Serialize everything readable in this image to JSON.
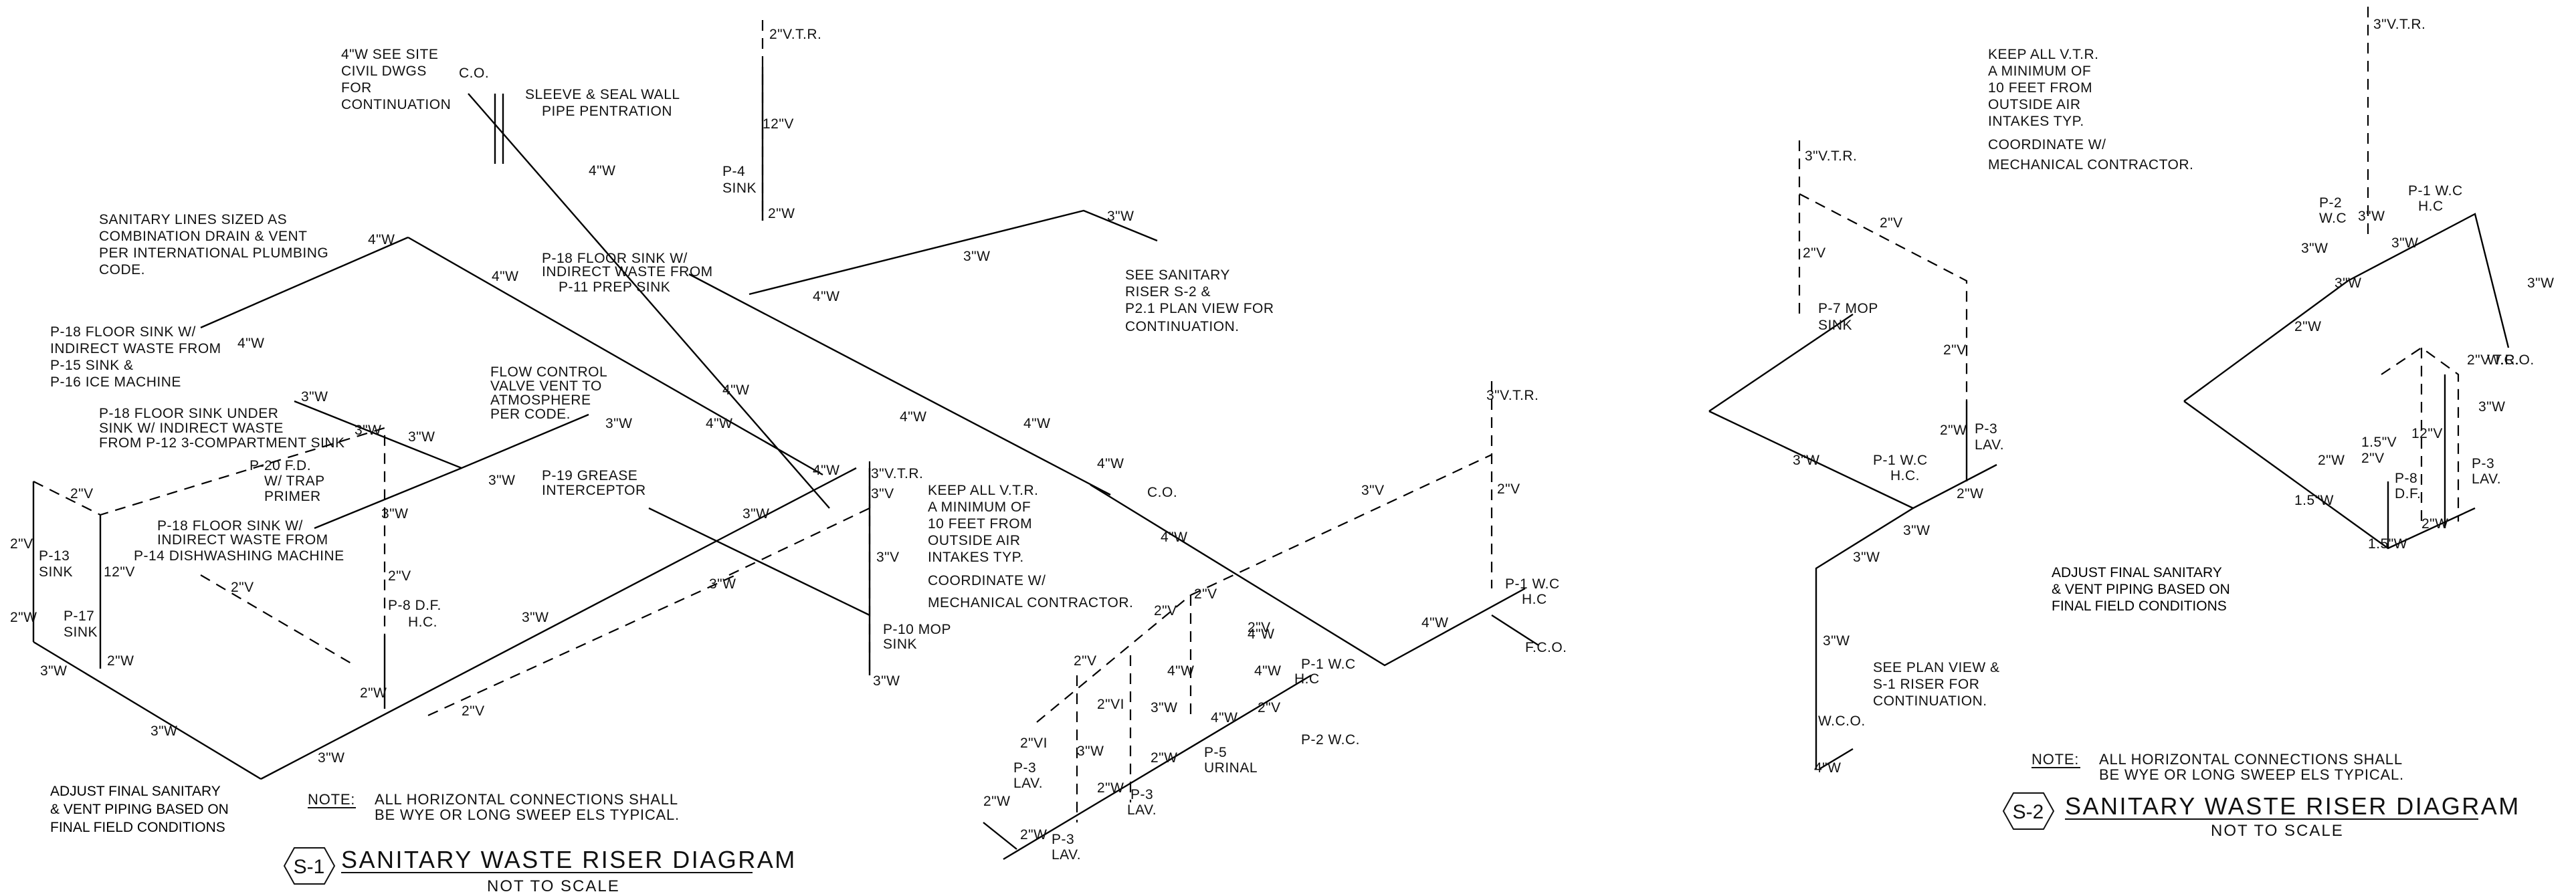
{
  "diagram_s1": {
    "tag": "S-1",
    "title": "SANITARY WASTE RISER DIAGRAM",
    "subtitle": "NOT TO SCALE",
    "note_label": "NOTE:",
    "note_line1": "ALL HORIZONTAL CONNECTIONS SHALL",
    "note_line2": "BE WYE OR LONG SWEEP ELS TYPICAL.",
    "adjust_note": [
      "ADJUST FINAL SANITARY",
      "& VENT PIPING BASED ON",
      "FINAL FIELD CONDITIONS"
    ],
    "site_note": [
      "4\"W SEE SITE",
      "CIVIL DWGS",
      "FOR",
      "CONTINUATION"
    ],
    "sleeve_note": [
      "SLEEVE & SEAL WALL",
      "PIPE PENTRATION"
    ],
    "sizing_note": [
      "SANITARY LINES SIZED AS",
      "COMBINATION DRAIN & VENT",
      "PER INTERNATIONAL PLUMBING",
      "CODE."
    ],
    "see_riser_note": [
      "SEE SANITARY",
      "RISER S-2 &",
      "P2.1 PLAN VIEW FOR",
      "CONTINUATION."
    ],
    "vtr_note": [
      "KEEP ALL V.T.R.",
      "A MINIMUM OF",
      "10 FEET FROM",
      "OUTSIDE AIR",
      "INTAKES TYP.",
      "COORDINATE W/",
      "MECHANICAL CONTRACTOR."
    ],
    "flow_note": [
      "FLOW CONTROL",
      "VALVE VENT TO",
      "ATMOSPHERE",
      "PER CODE."
    ],
    "fixtures": {
      "p18_a": [
        "P-18 FLOOR SINK W/",
        "INDIRECT WASTE FROM",
        "P-15 SINK &",
        "P-16 ICE MACHINE"
      ],
      "p18_b": [
        "P-18 FLOOR SINK W/",
        "INDIRECT WASTE FROM",
        "P-11 PREP SINK"
      ],
      "p18_c": [
        "P-18 FLOOR SINK UNDER",
        "SINK W/ INDIRECT WASTE",
        "FROM P-12 3-COMPARTMENT SINK"
      ],
      "p20": [
        "P-20 F.D.",
        "W/ TRAP",
        "PRIMER"
      ],
      "p18_d": [
        "P-18 FLOOR SINK W/",
        "INDIRECT WASTE FROM",
        "P-14 DISHWASHING MACHINE"
      ],
      "p19": [
        "P-19 GREASE",
        "INTERCEPTOR"
      ],
      "p4": [
        "P-4",
        "SINK"
      ],
      "p13": [
        "P-13",
        "SINK"
      ],
      "p17": [
        "P-17",
        "SINK"
      ],
      "p8": [
        "P-8 D.F.",
        "H.C."
      ],
      "p10": [
        "P-10 MOP",
        "SINK"
      ],
      "p1a": [
        "P-1 W.C",
        "H.C"
      ],
      "p1b": [
        "P-1 W.C",
        "H.C"
      ],
      "p2": "P-2 W.C.",
      "p5": [
        "P-5",
        "URINAL"
      ],
      "p3a": [
        "P-3",
        "LAV."
      ],
      "p3b": [
        "P-3",
        "LAV."
      ],
      "p3c": [
        "P-3",
        "LAV."
      ]
    },
    "sizes": {
      "w4": "4\"W",
      "w3": "3\"W",
      "w2": "2\"W",
      "v2": "2\"V",
      "v3": "3\"V",
      "v2vi": "2\"VI",
      "vtr2": "2\"V.T.R.",
      "vtr3": "3\"V.T.R.",
      "v12": "12\"V",
      "co": "C.O.",
      "fco": "F.C.O."
    }
  },
  "diagram_s2": {
    "tag": "S-2",
    "title": "SANITARY WASTE RISER DIAGRAM",
    "subtitle": "NOT TO SCALE",
    "note_label": "NOTE:",
    "note_line1": "ALL HORIZONTAL CONNECTIONS SHALL",
    "note_line2": "BE WYE OR LONG SWEEP ELS TYPICAL.",
    "adjust_note": [
      "ADJUST FINAL SANITARY",
      "& VENT PIPING BASED ON",
      "FINAL FIELD CONDITIONS"
    ],
    "vtr_note": [
      "KEEP ALL V.T.R.",
      "A MINIMUM OF",
      "10 FEET FROM",
      "OUTSIDE AIR",
      "INTAKES TYP.",
      "COORDINATE W/",
      "MECHANICAL CONTRACTOR."
    ],
    "plan_note": [
      "SEE PLAN VIEW &",
      "S-1 RISER FOR",
      "CONTINUATION."
    ],
    "fixtures": {
      "p7": [
        "P-7 MOP",
        "SINK"
      ],
      "p1a": [
        "P-1 W.C",
        "H.C."
      ],
      "p3a": [
        "P-3",
        "LAV."
      ],
      "p2": [
        "P-2",
        "W.C"
      ],
      "p1b": [
        "P-1 W.C",
        "H.C"
      ],
      "p8": [
        "P-8",
        "D.F."
      ],
      "p3b": [
        "P-3",
        "LAV."
      ]
    },
    "sizes": {
      "w4": "4\"W",
      "w3": "3\"W",
      "w2": "2\"W",
      "w15": "1.5\"W",
      "v2": "2\"V",
      "v15": "1.5\"V",
      "v12": "12\"V",
      "vtr3": "3\"V.T.R.",
      "vtr2": "2\"V.T.R.",
      "wco": "W.C.O."
    }
  }
}
